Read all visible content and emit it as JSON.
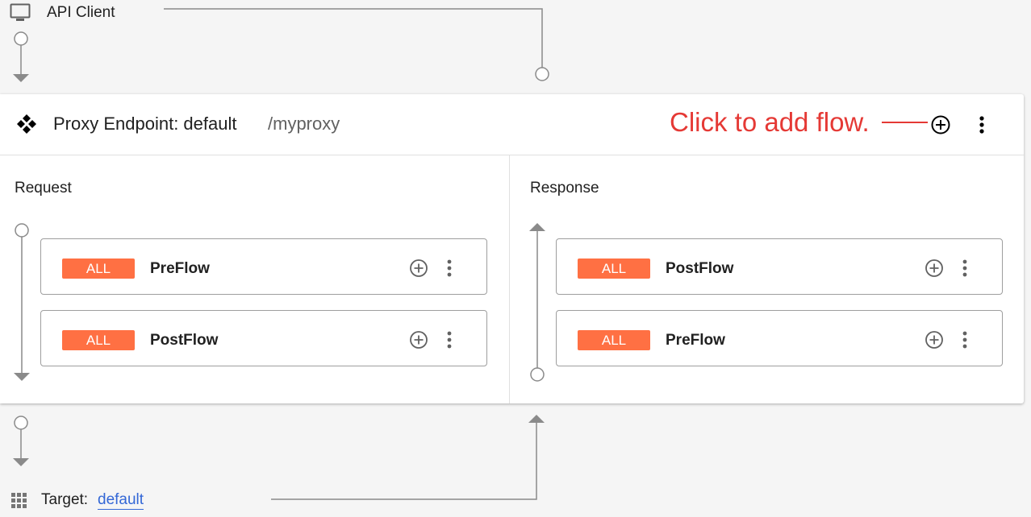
{
  "client": {
    "label": "API Client",
    "icon": "monitor-icon"
  },
  "endpoint": {
    "title": "Proxy Endpoint: default",
    "path": "/myproxy",
    "icon": "proxy-endpoint-icon",
    "annotation": "Click to add flow.",
    "annotation_color": "#e53935"
  },
  "request": {
    "title": "Request",
    "flows": [
      {
        "badge": "ALL",
        "name": "PreFlow"
      },
      {
        "badge": "ALL",
        "name": "PostFlow"
      }
    ]
  },
  "response": {
    "title": "Response",
    "flows": [
      {
        "badge": "ALL",
        "name": "PostFlow"
      },
      {
        "badge": "ALL",
        "name": "PreFlow"
      }
    ]
  },
  "target": {
    "label": "Target:",
    "link": "default",
    "icon": "grid-icon"
  },
  "colors": {
    "badge": "#ff7043",
    "link": "#3367d6",
    "connector": "#8a8a8a"
  }
}
